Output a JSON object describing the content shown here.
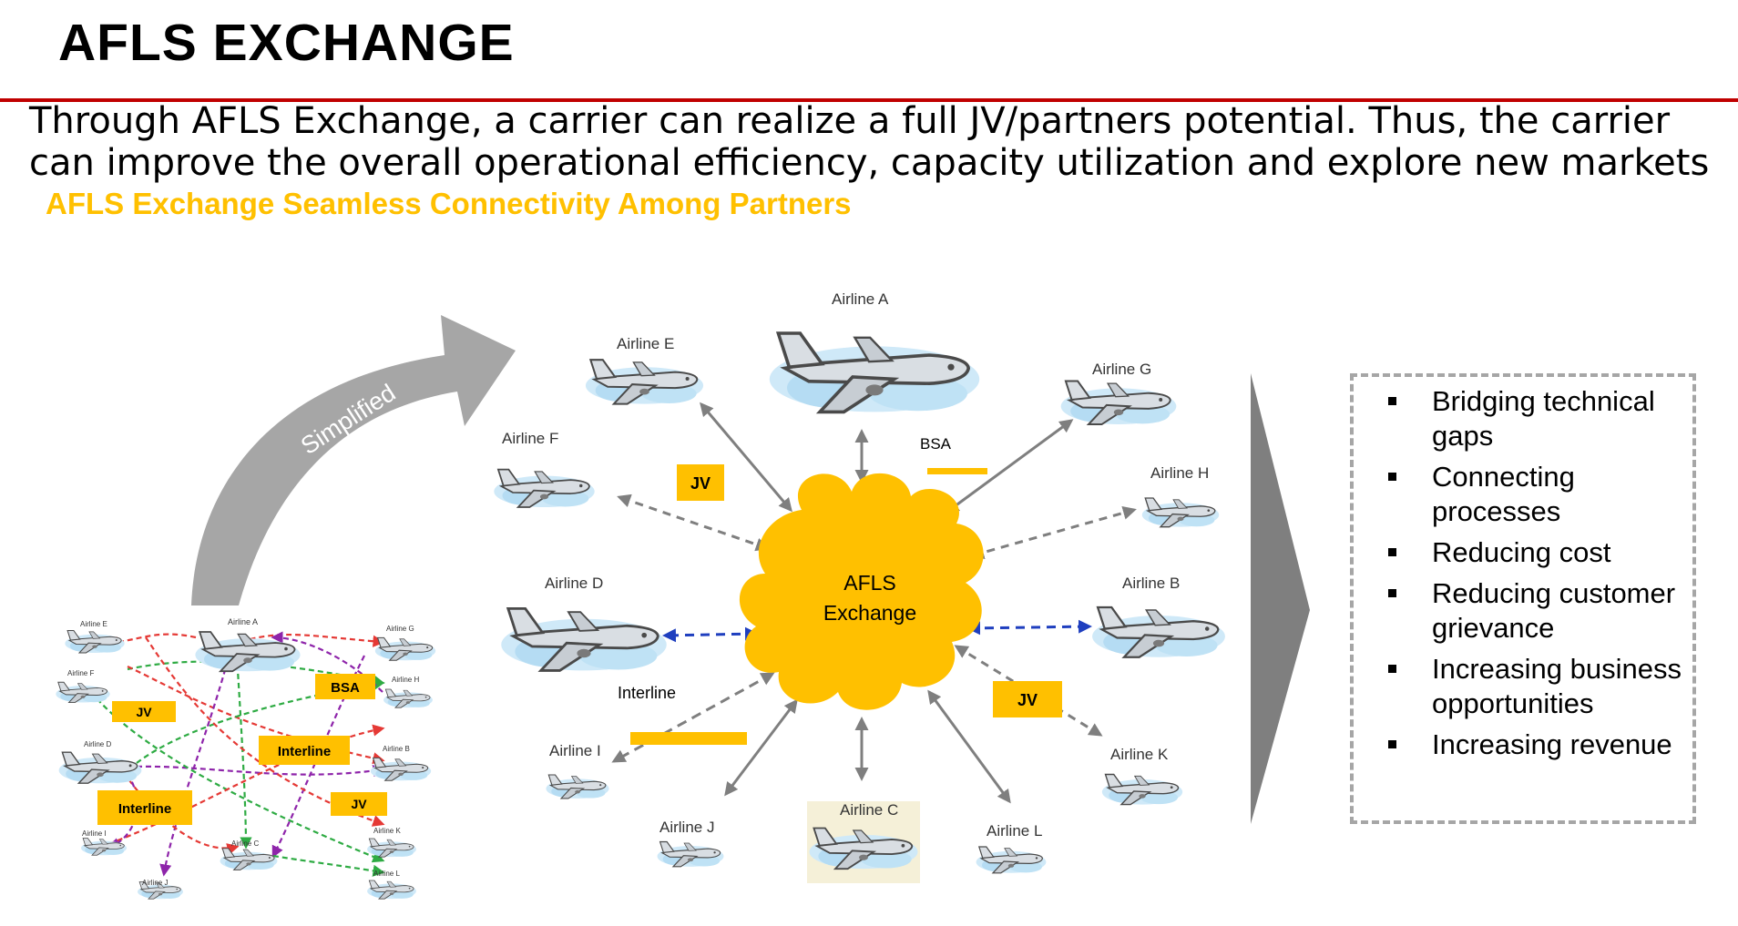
{
  "title": "AFLS EXCHANGE",
  "intro": "Through AFLS Exchange, a carrier can realize a full JV/partners potential. Thus, the carrier can improve the overall operational efficiency, capacity utilization and explore new markets",
  "subtitle": "AFLS Exchange Seamless Connectivity Among Partners",
  "colors": {
    "accent_red": "#c00000",
    "highlight_yellow": "#ffc000",
    "cloud": "#ffc000",
    "arrow_gray": "#808080",
    "dashed_blue": "#1f3fbf"
  },
  "transition_label": "Simplified",
  "hub_label": {
    "line1": "AFLS",
    "line2": "Exchange"
  },
  "airlines": {
    "a": "Airline A",
    "b": "Airline B",
    "c": "Airline C",
    "d": "Airline D",
    "e": "Airline E",
    "f": "Airline F",
    "g": "Airline G",
    "h": "Airline H",
    "i": "Airline I",
    "j": "Airline J",
    "k": "Airline K",
    "l": "Airline L"
  },
  "main_tags": {
    "jv1": "JV",
    "jv2": "JV",
    "bsa": "BSA",
    "interline": "Interline"
  },
  "mini_tags": {
    "jv": "JV",
    "bsa": "BSA",
    "interline1": "Interline",
    "interline2": "Interline",
    "jv2": "JV"
  },
  "benefits": [
    "Bridging technical gaps",
    "Connecting processes",
    "Reducing cost",
    "Reducing customer grievance",
    "Increasing business opportunities",
    "Increasing revenue"
  ]
}
